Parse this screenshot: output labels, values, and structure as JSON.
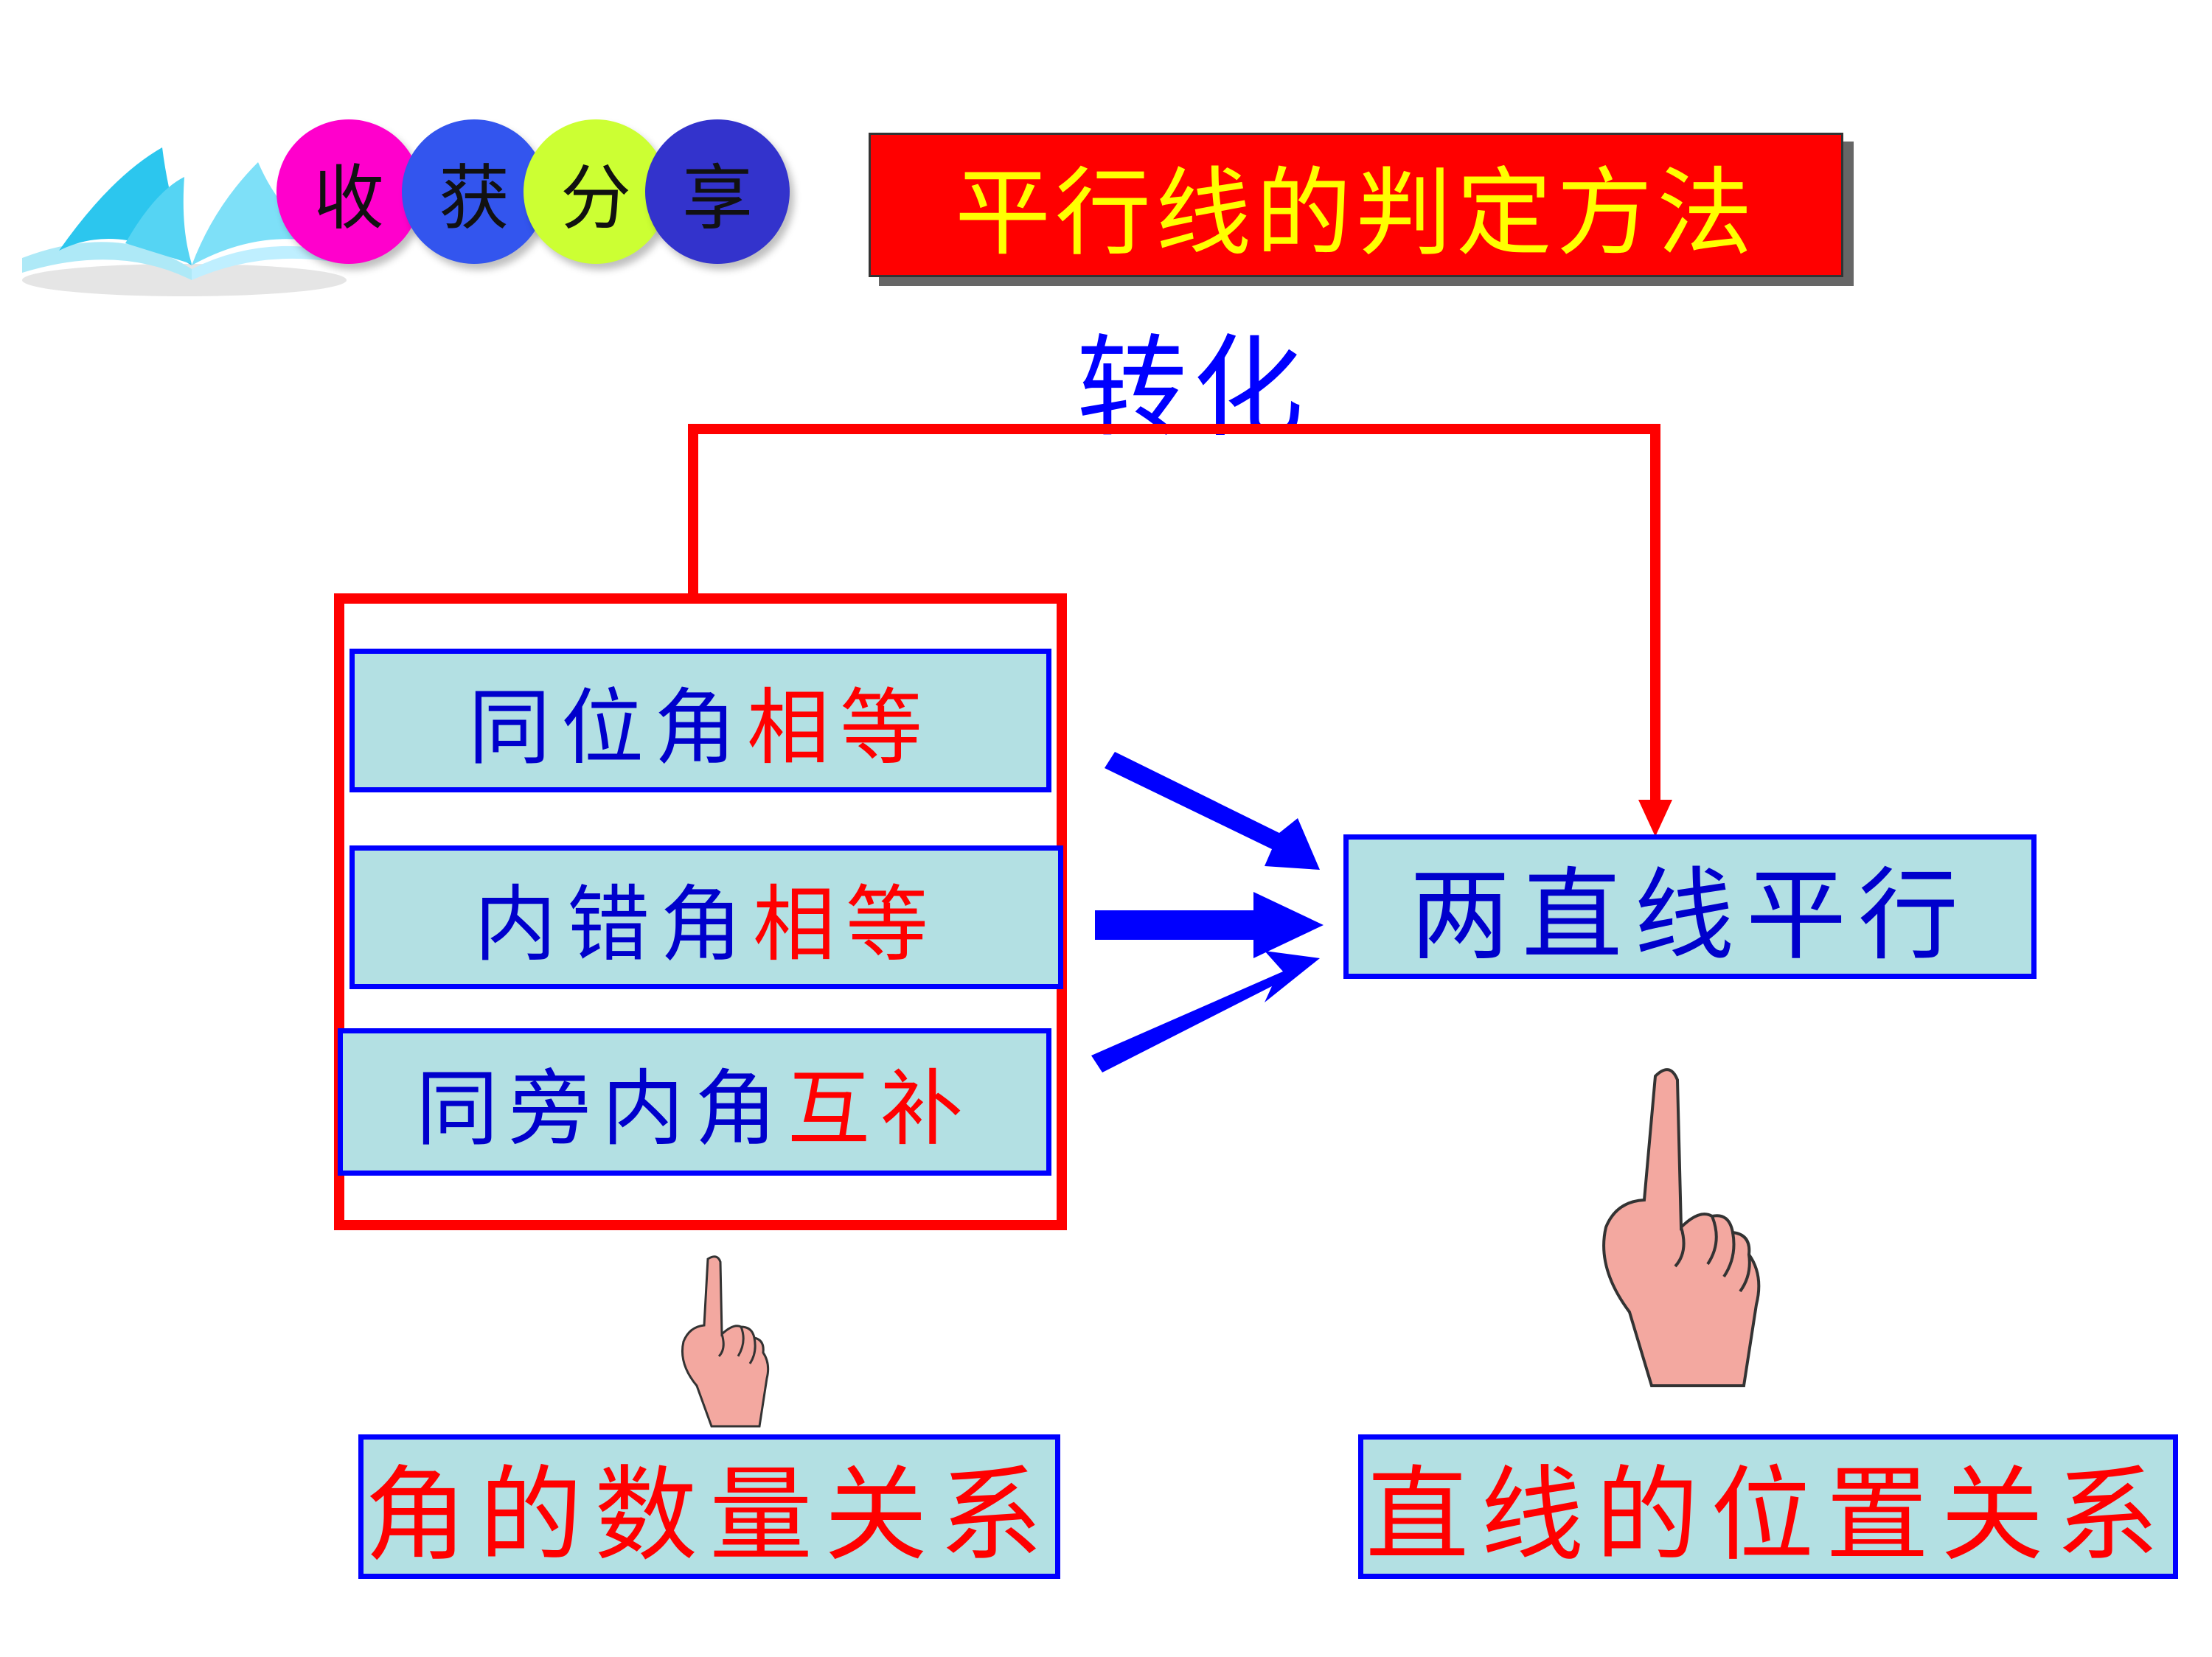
{
  "header": {
    "badge_chars": [
      "收",
      "获",
      "分",
      "享"
    ],
    "badge_colors": [
      "#ff00cc",
      "#3355ee",
      "#ccff33",
      "#3333cc"
    ],
    "title": "平行线的判定方法"
  },
  "transform_label": "转化",
  "conditions": [
    {
      "prefix": "同位角",
      "suffix": "相等"
    },
    {
      "prefix": "内错角",
      "suffix": "相等"
    },
    {
      "prefix": "同旁内角",
      "suffix": "互补"
    }
  ],
  "result": "两直线平行",
  "bottom_left": "角的数量关系",
  "bottom_right": "直线的位置关系"
}
